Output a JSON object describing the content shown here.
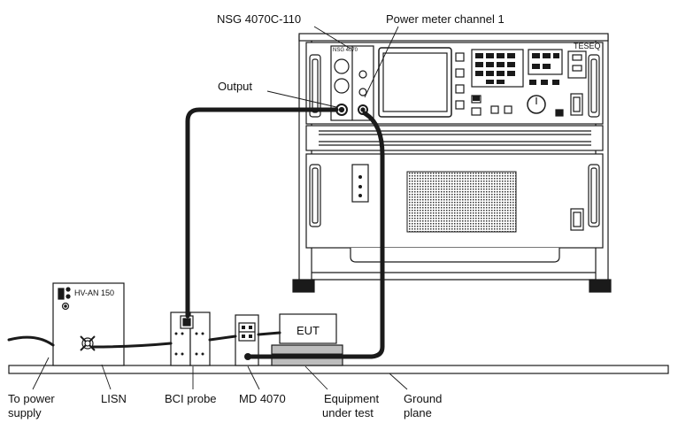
{
  "labels": {
    "nsg_model": "NSG 4070C-110",
    "power_meter": "Power meter channel 1",
    "output": "Output",
    "lisn_device": "HV-AN 150",
    "eut_box": "EUT",
    "to_power_line1": "To power",
    "to_power_line2": "supply",
    "lisn": "LISN",
    "bci_probe": "BCI probe",
    "md": "MD 4070",
    "eut_line1": "Equipment",
    "eut_line2": "under test",
    "ground_line1": "Ground",
    "ground_line2": "plane",
    "brand": "TESEQ",
    "panel_badge": "NSG 4070"
  },
  "colors": {
    "line": "#1a1a1a",
    "cable": "#1a1a1a",
    "eut_base": "#bdbdbd",
    "screen": "#ffffff"
  }
}
